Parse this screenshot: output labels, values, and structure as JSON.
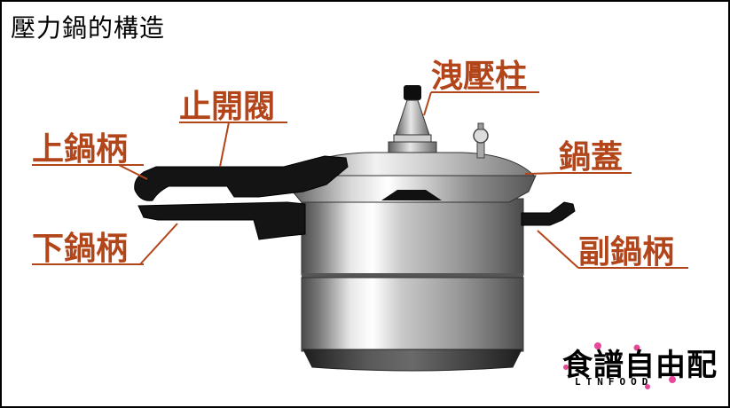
{
  "title": "壓力鍋的構造",
  "accent_color": "#b3451a",
  "labels": {
    "vent": "洩壓柱",
    "valve": "止開閥",
    "upper_handle": "上鍋柄",
    "lid": "鍋蓋",
    "lower_handle": "下鍋柄",
    "side_handle": "副鍋柄"
  },
  "logo": {
    "name": "食譜自由配",
    "sub": "LTNFOOD"
  }
}
